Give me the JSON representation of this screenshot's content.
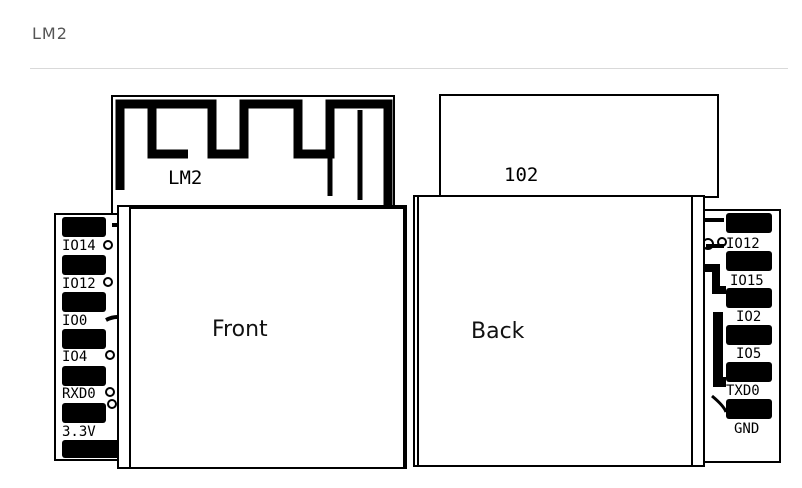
{
  "header": {
    "title": "LM2"
  },
  "front": {
    "antenna_label": "LM2",
    "panel_label": "Front",
    "pins": [
      {
        "name": "IO14"
      },
      {
        "name": "IO12"
      },
      {
        "name": "IO0"
      },
      {
        "name": "IO4"
      },
      {
        "name": "RXD0"
      },
      {
        "name": "3.3V"
      }
    ]
  },
  "back": {
    "shield_label": "102",
    "panel_label": "Back",
    "pins": [
      {
        "name": "IO12"
      },
      {
        "name": "IO15"
      },
      {
        "name": "IO2"
      },
      {
        "name": "IO5"
      },
      {
        "name": "TXD0"
      },
      {
        "name": "GND"
      }
    ]
  },
  "colors": {
    "ink": "#000000",
    "paper": "#ffffff",
    "divider": "#d9d9d9"
  }
}
